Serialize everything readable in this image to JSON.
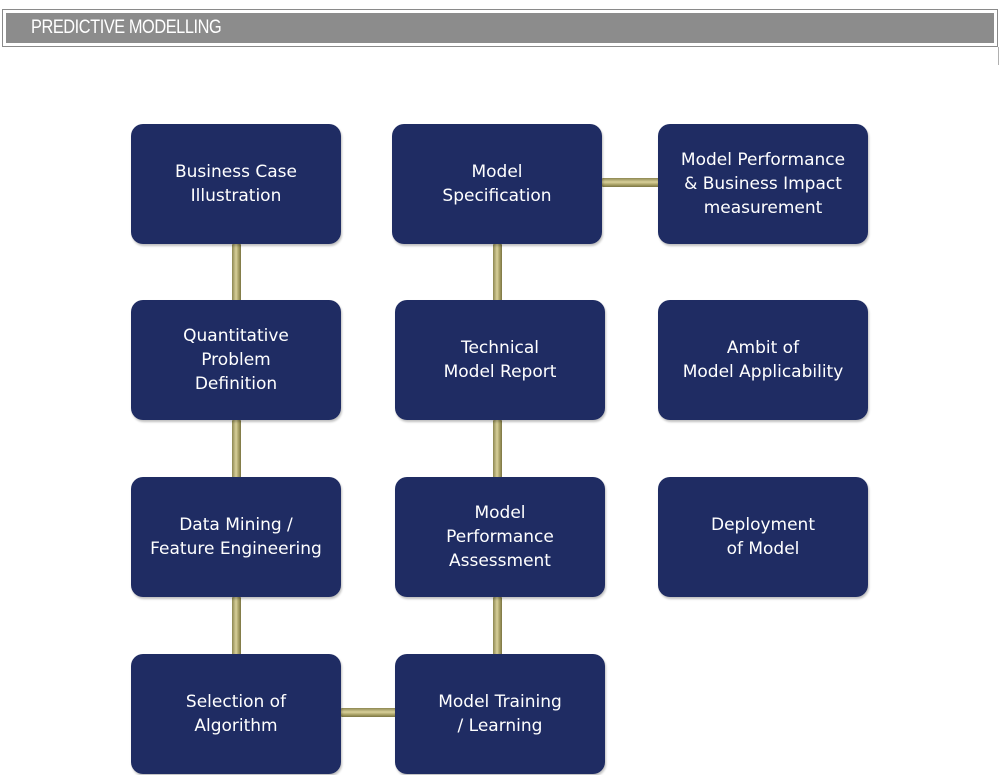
{
  "header": {
    "title": "PREDICTIVE MODELLING"
  },
  "colors": {
    "box_fill": "#1f2c63",
    "connector": "#c2b983",
    "header_bar": "#8c8c8c"
  },
  "diagram": {
    "steps": {
      "business_case": "Business Case\nIllustration",
      "quantitative_problem": "Quantitative\nProblem\nDefinition",
      "data_mining": "Data Mining /\nFeature Engineering",
      "selection_of_algorithm": "Selection of\nAlgorithm",
      "model_training": "Model Training\n/ Learning",
      "model_performance_assessment": "Model\nPerformance\nAssessment",
      "technical_model_report": "Technical\nModel Report",
      "model_specification": "Model\nSpecification",
      "business_impact": "Model Performance\n& Business Impact\nmeasurement",
      "ambit_of_applicability": "Ambit of\nModel Applicability",
      "deployment": "Deployment\nof Model"
    }
  }
}
